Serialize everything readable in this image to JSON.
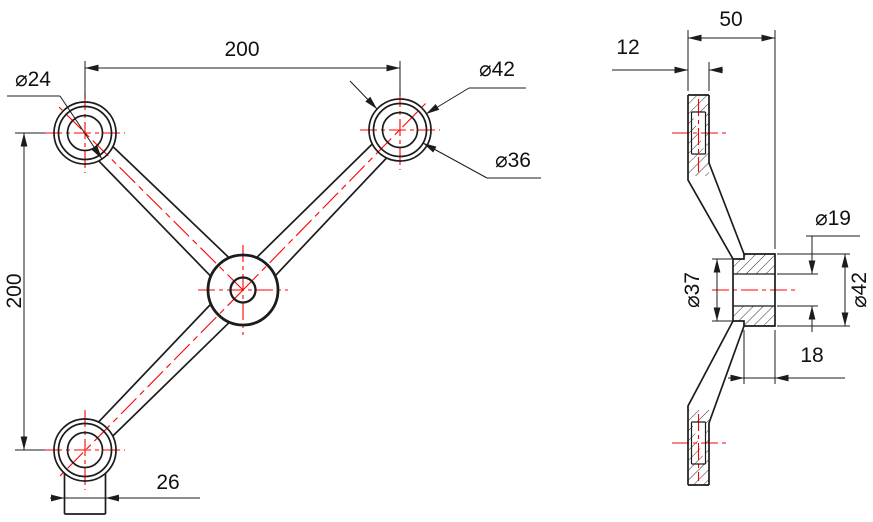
{
  "drawing": {
    "background": "#ffffff",
    "line_color": "#1c1c1c",
    "centerline_color": "#ff0000",
    "front_view": {
      "dim_spacing_horizontal": "200",
      "dim_spacing_vertical": "200",
      "label_hole_diameter": "⌀24",
      "label_boss_outer_diameter": "⌀42",
      "label_boss_face_diameter": "⌀36",
      "dim_stem_width": "26"
    },
    "side_view": {
      "dim_overall_depth": "50",
      "dim_arm_thickness": "12",
      "label_center_hole_diameter": "⌀19",
      "label_boss_diameter": "⌀37",
      "label_hub_diameter": "⌀42",
      "dim_hub_depth": "18"
    }
  }
}
